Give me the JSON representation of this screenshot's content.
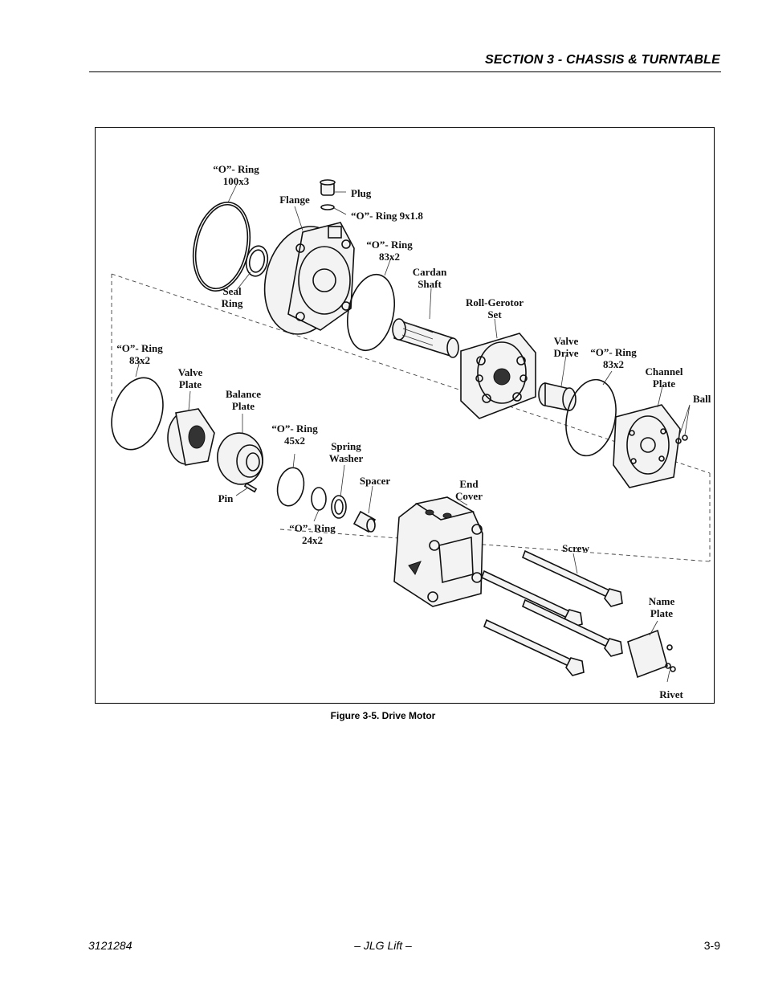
{
  "header": {
    "section_title": "SECTION 3 - CHASSIS & TURNTABLE"
  },
  "figure": {
    "caption": "Figure 3-5.  Drive Motor",
    "labels": {
      "oring_100x3": [
        "“O”- Ring",
        "100x3"
      ],
      "plug": [
        "Plug"
      ],
      "flange": [
        "Flange"
      ],
      "oring_9x1_8": [
        "“O”- Ring 9x1.8"
      ],
      "oring_83x2_top": [
        "“O”- Ring",
        "83x2"
      ],
      "seal_ring": [
        "Seal",
        "Ring"
      ],
      "cardan_shaft": [
        "Cardan",
        "Shaft"
      ],
      "roll_gerotor_set": [
        "Roll-Gerotor",
        "Set"
      ],
      "oring_83x2_left": [
        "“O”- Ring",
        "83x2"
      ],
      "valve_plate": [
        "Valve",
        "Plate"
      ],
      "balance_plate": [
        "Balance",
        "Plate"
      ],
      "valve_drive": [
        "Valve",
        "Drive"
      ],
      "oring_83x2_right": [
        "“O”- Ring",
        "83x2"
      ],
      "channel_plate": [
        "Channel",
        "Plate"
      ],
      "ball": [
        "Ball"
      ],
      "oring_45x2": [
        "“O”- Ring",
        "45x2"
      ],
      "spring_washer": [
        "Spring",
        "Washer"
      ],
      "spacer": [
        "Spacer"
      ],
      "end_cover": [
        "End",
        "Cover"
      ],
      "pin": [
        "Pin"
      ],
      "oring_24x2": [
        "“O”- Ring",
        "24x2"
      ],
      "screw": [
        "Screw"
      ],
      "name_plate": [
        "Name",
        "Plate"
      ],
      "rivet": [
        "Rivet"
      ]
    }
  },
  "footer": {
    "doc_number": "3121284",
    "publisher": "– JLG Lift –",
    "page_number": "3-9"
  }
}
